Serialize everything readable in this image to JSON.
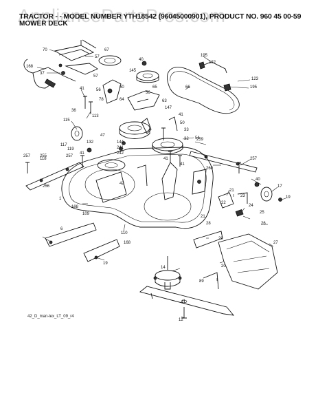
{
  "header": {
    "title_line1": "TRACTOR - - MODEL NUMBER YTH18542 (96045000901), PRODUCT NO. 960 45 00-59",
    "title_line2": "MOWER DECK"
  },
  "watermark": "AppliancePartsPros.com",
  "footer": "42_D_man-lex_LT_09_r4",
  "callouts": [
    "70",
    "168",
    "37",
    "57",
    "67",
    "40",
    "145",
    "57",
    "41",
    "56",
    "60",
    "65",
    "64",
    "63",
    "147",
    "41",
    "50",
    "33",
    "32",
    "54",
    "36",
    "113",
    "115",
    "47",
    "144",
    "241",
    "242",
    "119",
    "132",
    "117",
    "255",
    "257",
    "257",
    "256",
    "259",
    "260",
    "257",
    "41",
    "41",
    "41",
    "42",
    "21",
    "17",
    "40",
    "19",
    "21",
    "22",
    "23",
    "24",
    "25",
    "26",
    "27",
    "108",
    "109",
    "110",
    "168",
    "6",
    "19",
    "14",
    "28",
    "29",
    "20",
    "89",
    "11",
    "12",
    "195",
    "122",
    "66",
    "123",
    "195",
    "78",
    "56",
    "118",
    "1"
  ]
}
